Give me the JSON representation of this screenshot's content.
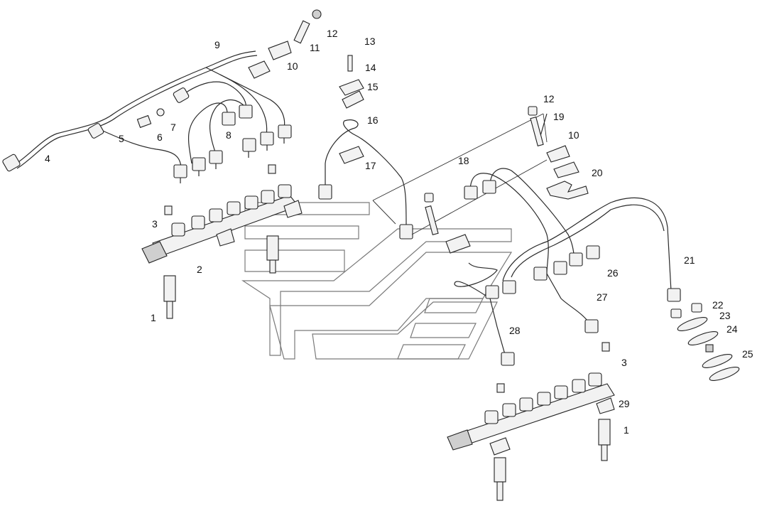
{
  "callouts": [
    {
      "id": "c1",
      "text": "1"
    },
    {
      "id": "c1b",
      "text": "1"
    },
    {
      "id": "c2",
      "text": "2"
    },
    {
      "id": "c3",
      "text": "3"
    },
    {
      "id": "c3b",
      "text": "3"
    },
    {
      "id": "c4",
      "text": "4"
    },
    {
      "id": "c5",
      "text": "5"
    },
    {
      "id": "c6",
      "text": "6"
    },
    {
      "id": "c7",
      "text": "7"
    },
    {
      "id": "c8",
      "text": "8"
    },
    {
      "id": "c9",
      "text": "9"
    },
    {
      "id": "c10",
      "text": "10"
    },
    {
      "id": "c10b",
      "text": "10"
    },
    {
      "id": "c11",
      "text": "11"
    },
    {
      "id": "c12",
      "text": "12"
    },
    {
      "id": "c12b",
      "text": "12"
    },
    {
      "id": "c13",
      "text": "13"
    },
    {
      "id": "c14",
      "text": "14"
    },
    {
      "id": "c15",
      "text": "15"
    },
    {
      "id": "c16",
      "text": "16"
    },
    {
      "id": "c17",
      "text": "17"
    },
    {
      "id": "c18",
      "text": "18"
    },
    {
      "id": "c19",
      "text": "19"
    },
    {
      "id": "c20",
      "text": "20"
    },
    {
      "id": "c21",
      "text": "21"
    },
    {
      "id": "c22",
      "text": "22"
    },
    {
      "id": "c23",
      "text": "23"
    },
    {
      "id": "c24",
      "text": "24"
    },
    {
      "id": "c25",
      "text": "25"
    },
    {
      "id": "c26",
      "text": "26"
    },
    {
      "id": "c27",
      "text": "27"
    },
    {
      "id": "c28",
      "text": "28"
    },
    {
      "id": "c29",
      "text": "29"
    }
  ]
}
